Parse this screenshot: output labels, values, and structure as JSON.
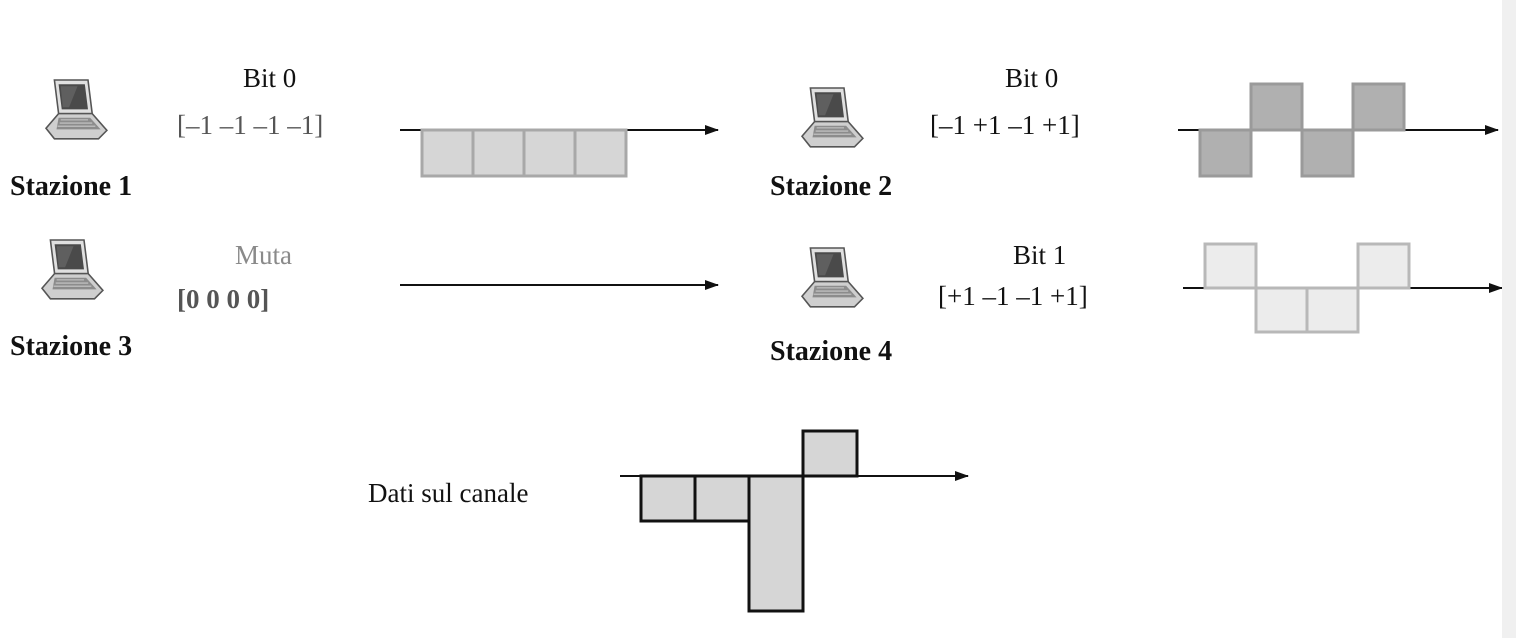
{
  "stations": [
    {
      "name": "Stazione 1",
      "bit_label": "Bit 0",
      "code": "[–1  –1 –1 –1]",
      "chips": [
        -1,
        -1,
        -1,
        -1
      ],
      "fill": "#d6d6d6",
      "stroke": "#a8a8a8"
    },
    {
      "name": "Stazione 2",
      "bit_label": "Bit 0",
      "code": "[–1  +1  –1 +1]",
      "chips": [
        -1,
        1,
        -1,
        1
      ],
      "fill": "#b0b0b0",
      "stroke": "#9a9a9a"
    },
    {
      "name": "Stazione 3",
      "bit_label": "Muta",
      "code": "[0   0   0   0]",
      "chips": [
        0,
        0,
        0,
        0
      ],
      "fill": "#ffffff",
      "stroke": "#ffffff"
    },
    {
      "name": "Stazione 4",
      "bit_label": "Bit 1",
      "code": "[+1  –1  –1 +1]",
      "chips": [
        1,
        -1,
        -1,
        1
      ],
      "fill": "#ececec",
      "stroke": "#b8b8b8"
    }
  ],
  "channel": {
    "label": "Dati sul canale",
    "chips": [
      -1,
      -1,
      -3,
      1
    ],
    "fill": "#d6d6d6",
    "stroke": "#111111"
  }
}
